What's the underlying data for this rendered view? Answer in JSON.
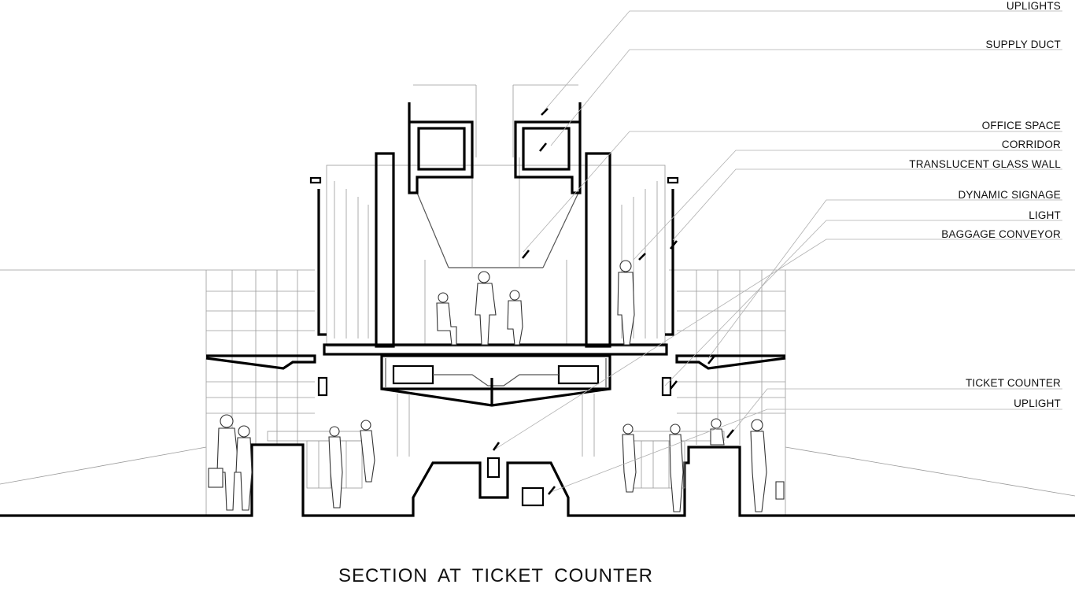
{
  "title": "SECTION  AT  TICKET  COUNTER",
  "labels": {
    "uplights": "UPLIGHTS",
    "supply_duct": "SUPPLY DUCT",
    "office_space": "OFFICE SPACE",
    "corridor": "CORRIDOR",
    "translucent_glass_wall": "TRANSLUCENT GLASS WALL",
    "dynamic_signage": "DYNAMIC SIGNAGE",
    "light": "LIGHT",
    "baggage_conveyor": "BAGGAGE CONVEYOR",
    "ticket_counter": "TICKET COUNTER",
    "uplight": "UPLIGHT"
  },
  "colors": {
    "ink": "#000000",
    "linework": "#9a9a9a",
    "background": "#ffffff"
  }
}
